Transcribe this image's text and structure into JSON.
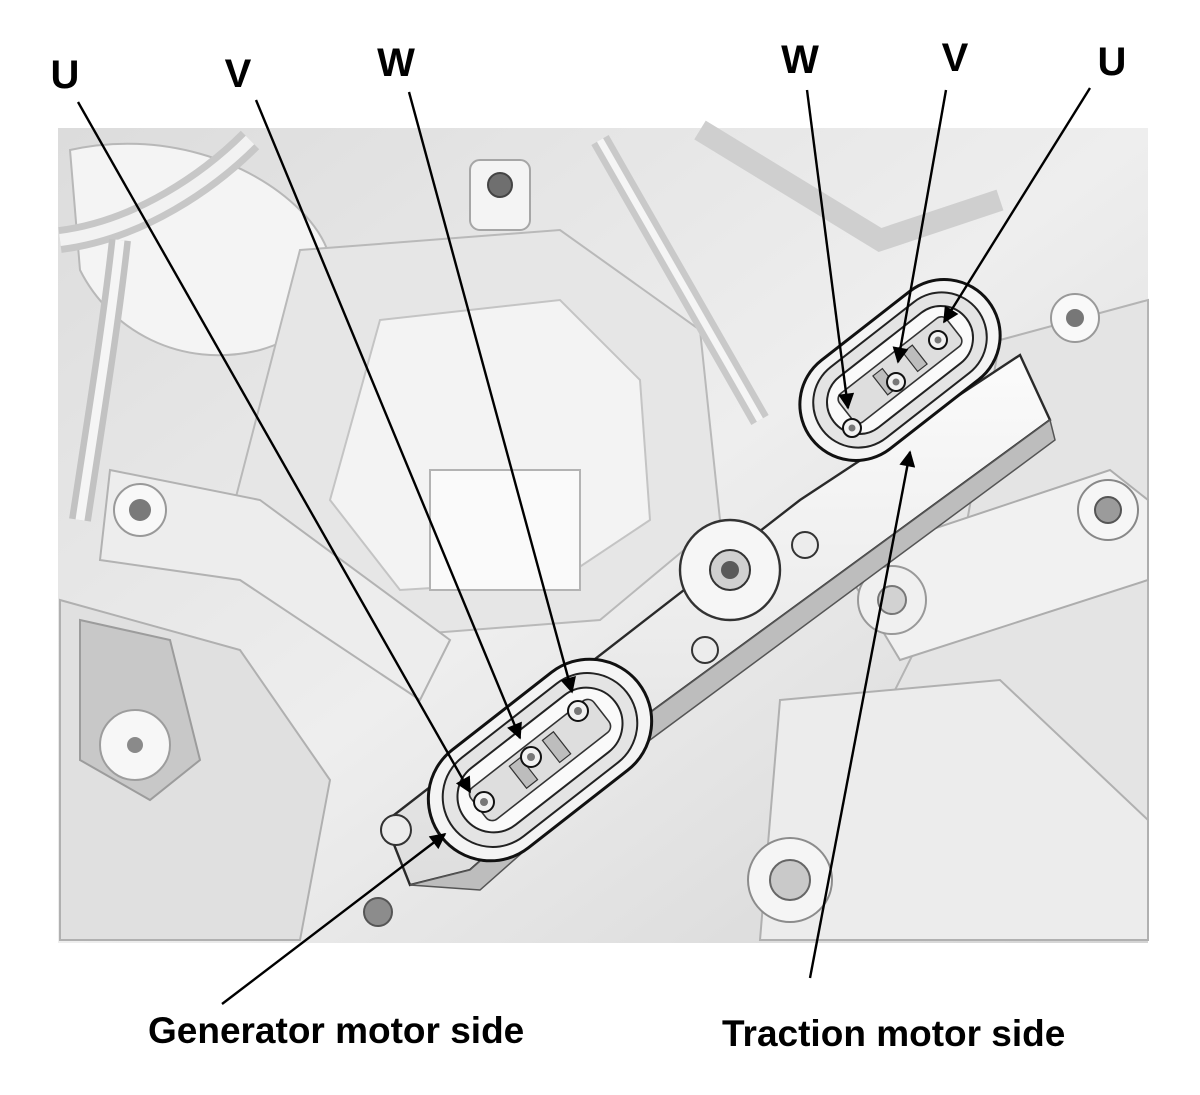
{
  "colors": {
    "background": "#ffffff",
    "illustration_bg": "#ebebeb",
    "part_light": "#f7f7f7",
    "part_mid": "#d9d9d9",
    "part_shadow": "#b4b4b4",
    "line": "#000000"
  },
  "generator_side": {
    "caption": "Generator motor side",
    "phases": [
      "U",
      "V",
      "W"
    ]
  },
  "traction_side": {
    "caption": "Traction motor side",
    "phases": [
      "W",
      "V",
      "U"
    ]
  }
}
